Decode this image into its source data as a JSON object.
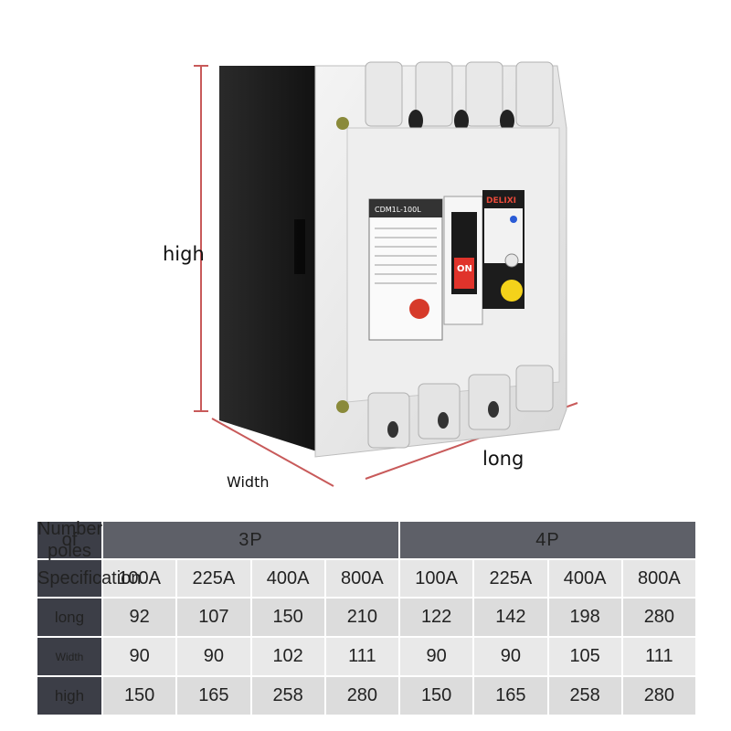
{
  "labels": {
    "high": "high",
    "long": "long",
    "width": "Width"
  },
  "device": {
    "on_label": "ON",
    "brand": "DELIXI",
    "model": "CDM1L-100L"
  },
  "table": {
    "poles_label": "Number of poles",
    "spec_label": "Specification",
    "groups": [
      "3P",
      "4P"
    ],
    "specifications": [
      "100A",
      "225A",
      "400A",
      "800A",
      "100A",
      "225A",
      "400A",
      "800A"
    ],
    "rows": [
      {
        "label": "long",
        "values": [
          "92",
          "107",
          "150",
          "210",
          "122",
          "142",
          "198",
          "280"
        ]
      },
      {
        "label": "Width",
        "values": [
          "90",
          "90",
          "102",
          "111",
          "90",
          "90",
          "105",
          "111"
        ]
      },
      {
        "label": "high",
        "values": [
          "150",
          "165",
          "258",
          "280",
          "150",
          "165",
          "258",
          "280"
        ]
      }
    ]
  },
  "colors": {
    "header_dark": "#3c3e47",
    "header_group": "#5e6068",
    "cell_light": "#dcdcdc",
    "dimension_line": "#c85a5a"
  }
}
